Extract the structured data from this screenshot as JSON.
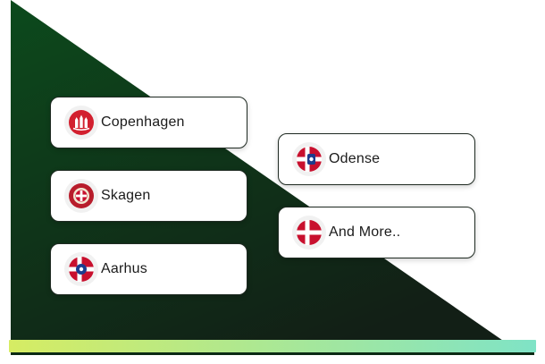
{
  "colors": {
    "triangle_top": "#0c4a1c",
    "triangle_bottom": "#121f16",
    "bar_left": "#d6ec63",
    "bar_right": "#7fe3c6",
    "danish_red": "#c8102e"
  },
  "cities": [
    {
      "label": "Copenhagen",
      "icon": "copenhagen-emblem-icon"
    },
    {
      "label": "Skagen",
      "icon": "skagen-emblem-icon"
    },
    {
      "label": "Aarhus",
      "icon": "aarhus-emblem-icon"
    },
    {
      "label": "Odense",
      "icon": "odense-emblem-icon"
    },
    {
      "label": "And More..",
      "icon": "danish-flag-icon"
    }
  ]
}
